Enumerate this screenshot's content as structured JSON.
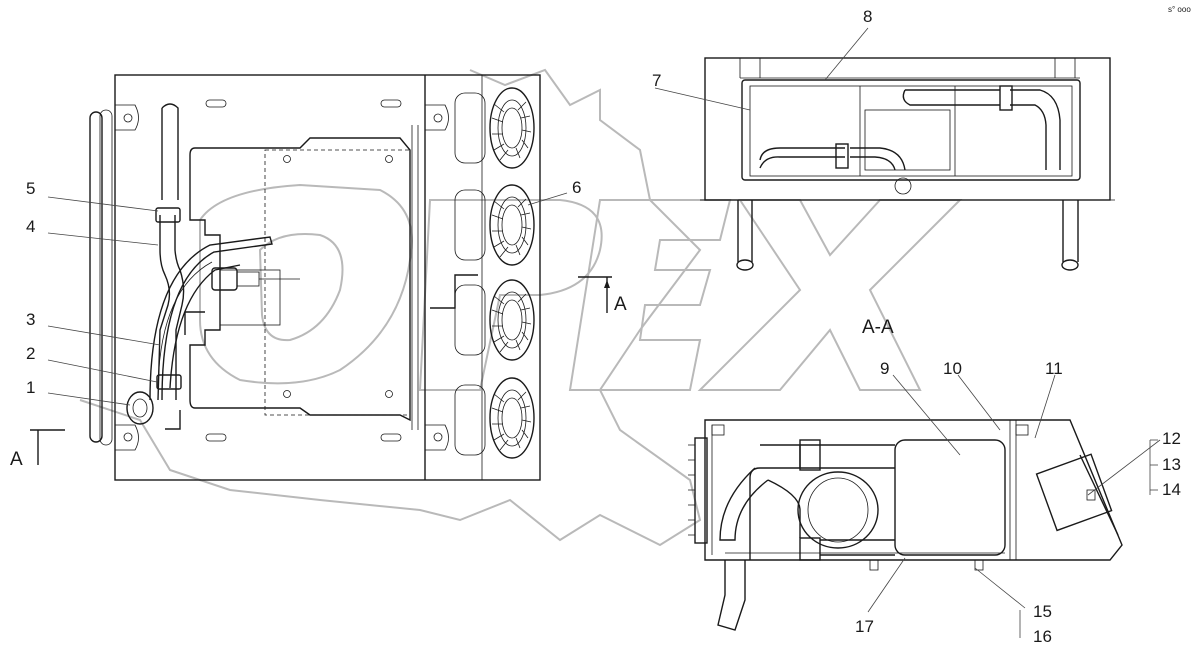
{
  "watermark": "DPEX",
  "corner_mark": "s° ooo",
  "section_title": "A-A",
  "section_marker": "A",
  "callouts": {
    "c1": "1",
    "c2": "2",
    "c3": "3",
    "c4": "4",
    "c5": "5",
    "c6": "6",
    "c7": "7",
    "c8": "8",
    "c9": "9",
    "c10": "10",
    "c11": "11",
    "c12": "12",
    "c13": "13",
    "c14": "14",
    "c15": "15",
    "c16": "16",
    "c17": "17"
  },
  "colors": {
    "line": "#1a1a1a",
    "watermark": "#b9b9b9",
    "background": "#ffffff"
  }
}
